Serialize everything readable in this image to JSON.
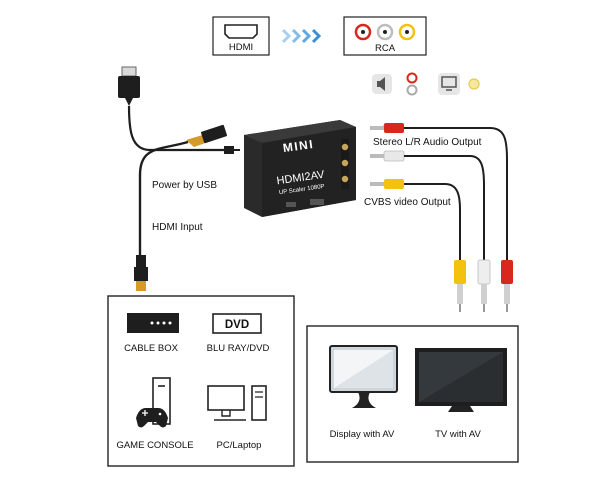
{
  "header": {
    "source_label": "HDMI",
    "target_label": "RCA"
  },
  "device": {
    "brand": "MINI",
    "model": "HDMI2AV",
    "subtitle": "UP Scaler 1080P"
  },
  "labels": {
    "audio_output": "Stereo L/R Audio Output",
    "video_output": "CVBS video Output",
    "power": "Power by USB",
    "hdmi_input": "HDMI Input"
  },
  "sources": {
    "cable_box": "CABLE BOX",
    "dvd_badge": "DVD",
    "blu_ray": "BLU RAY/DVD",
    "game_console": "GAME CONSOLE",
    "pc": "PC/Laptop"
  },
  "displays": {
    "display_av": "Display with  AV",
    "tv_av": "TV with AV"
  },
  "colors": {
    "rca_red": "#d8271d",
    "rca_white": "#e8e8e8",
    "rca_yellow": "#f2c20f",
    "usb_plug": "#f5f5f5",
    "hdmi_gold": "#d49a2a",
    "box_body": "#2a2a2a",
    "arrow_blue": "#5fa8e0"
  }
}
